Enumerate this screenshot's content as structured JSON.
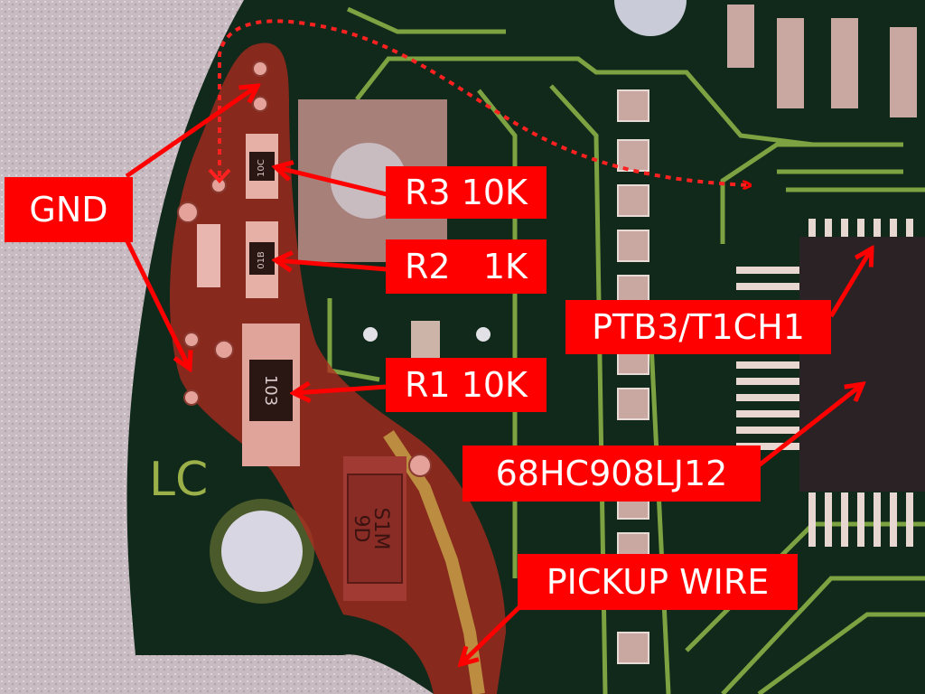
{
  "image": {
    "description": "Annotated close-up photo of a green car-key-fob PCB with red callout labels",
    "background_color": "#c9bcc0",
    "pcb_color": "#0f2a18",
    "trace_color": "#8fb84a",
    "highlight_color": "#b8241c",
    "annotation_color": "#ff0000",
    "annotation_text_color": "#ffffff"
  },
  "labels": {
    "gnd": "GND",
    "r3": "R3 10K",
    "r2": "R2   1K",
    "r1": "R1 10K",
    "ptb3": "PTB3/T1CH1",
    "mcu": "68HC908LJ12",
    "pickup": "PICKUP WIRE"
  },
  "silkscreen": {
    "board_marking": "LC"
  },
  "components": {
    "r3_marking": "10C",
    "r2_marking": "01B",
    "r1_marking": "103",
    "diode_marking_line1": "S1M",
    "diode_marking_line2": "9D",
    "mcu_part": "68HC908LJ12"
  }
}
